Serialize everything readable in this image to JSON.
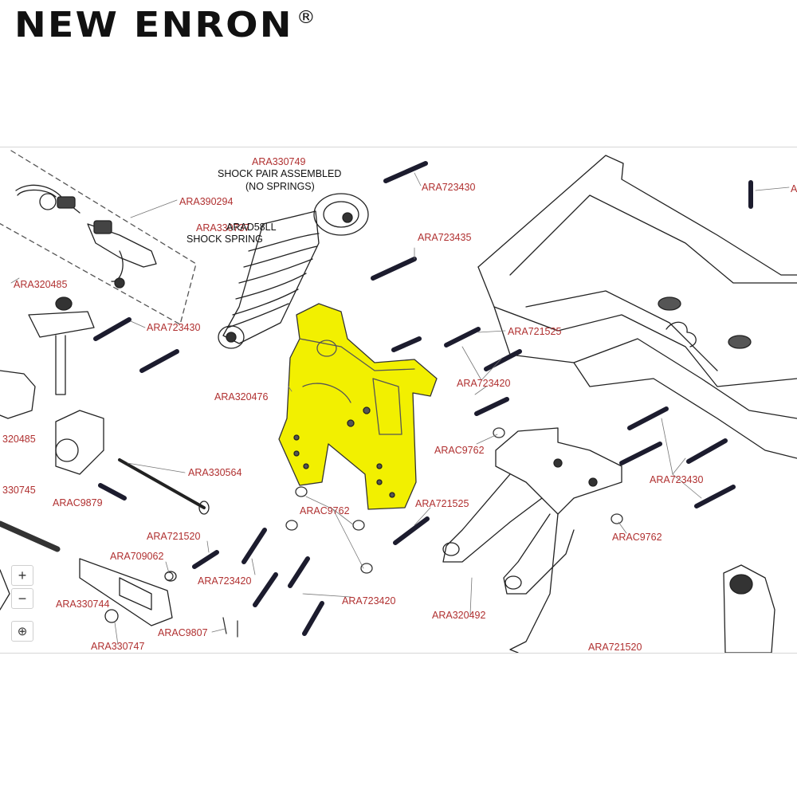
{
  "brand": {
    "name": "NEW ENRON",
    "mark": "®"
  },
  "diagram": {
    "labels": [
      {
        "id": "shock-pair-code",
        "text": "ARA330749",
        "color": "red"
      },
      {
        "id": "shock-pair-title",
        "text": "SHOCK PAIR ASSEMBLED",
        "color": "black"
      },
      {
        "id": "shock-pair-note",
        "text": "(NO SPRINGS)",
        "color": "black"
      },
      {
        "id": "l-ara390294",
        "text": "ARA390294",
        "color": "red"
      },
      {
        "id": "l-ara330737",
        "text": "ARA330737",
        "color": "red"
      },
      {
        "id": "spring-code",
        "text": "ARAD58LL",
        "color": "black"
      },
      {
        "id": "spring-title",
        "text": "SHOCK SPRING",
        "color": "black"
      },
      {
        "id": "l-ara723430-top",
        "text": "ARA723430",
        "color": "red"
      },
      {
        "id": "l-ara723435",
        "text": "ARA723435",
        "color": "red"
      },
      {
        "id": "l-ara320485-a",
        "text": "ARA320485",
        "color": "red"
      },
      {
        "id": "l-ara723430-left",
        "text": "ARA723430",
        "color": "red"
      },
      {
        "id": "l-ara721525-a",
        "text": "ARA721525",
        "color": "red"
      },
      {
        "id": "l-ara723420-a",
        "text": "ARA723420",
        "color": "red"
      },
      {
        "id": "l-ara320476",
        "text": "ARA320476",
        "color": "red"
      },
      {
        "id": "l-ara320485-b",
        "text": "320485",
        "color": "red"
      },
      {
        "id": "l-arac9762-a",
        "text": "ARAC9762",
        "color": "red"
      },
      {
        "id": "l-ara330564",
        "text": "ARA330564",
        "color": "red"
      },
      {
        "id": "l-ara723430-right",
        "text": "ARA723430",
        "color": "red"
      },
      {
        "id": "l-ara330745",
        "text": "330745",
        "color": "red"
      },
      {
        "id": "l-arac9879",
        "text": "ARAC9879",
        "color": "red"
      },
      {
        "id": "l-arac9762-b",
        "text": "ARAC9762",
        "color": "red"
      },
      {
        "id": "l-ara721525-b",
        "text": "ARA721525",
        "color": "red"
      },
      {
        "id": "l-arac9762-c",
        "text": "ARAC9762",
        "color": "red"
      },
      {
        "id": "l-ara721520-a",
        "text": "ARA721520",
        "color": "red"
      },
      {
        "id": "l-ara709062",
        "text": "ARA709062",
        "color": "red"
      },
      {
        "id": "l-ara723420-b",
        "text": "ARA723420",
        "color": "red"
      },
      {
        "id": "l-ara723420-c",
        "text": "ARA723420",
        "color": "red"
      },
      {
        "id": "l-ara330744",
        "text": "ARA330744",
        "color": "red"
      },
      {
        "id": "l-ara320492",
        "text": "ARA320492",
        "color": "red"
      },
      {
        "id": "l-arac9807",
        "text": "ARAC9807",
        "color": "red"
      },
      {
        "id": "l-ara330747",
        "text": "ARA330747",
        "color": "red"
      },
      {
        "id": "l-ara721520-b",
        "text": "ARA721520",
        "color": "red"
      },
      {
        "id": "l-a-cut",
        "text": "A",
        "color": "red"
      }
    ],
    "highlight_color": "#f2f000",
    "label_color": "#b03030"
  },
  "controls": {
    "zoom_in": "+",
    "zoom_out": "−",
    "pan": "⊕"
  }
}
